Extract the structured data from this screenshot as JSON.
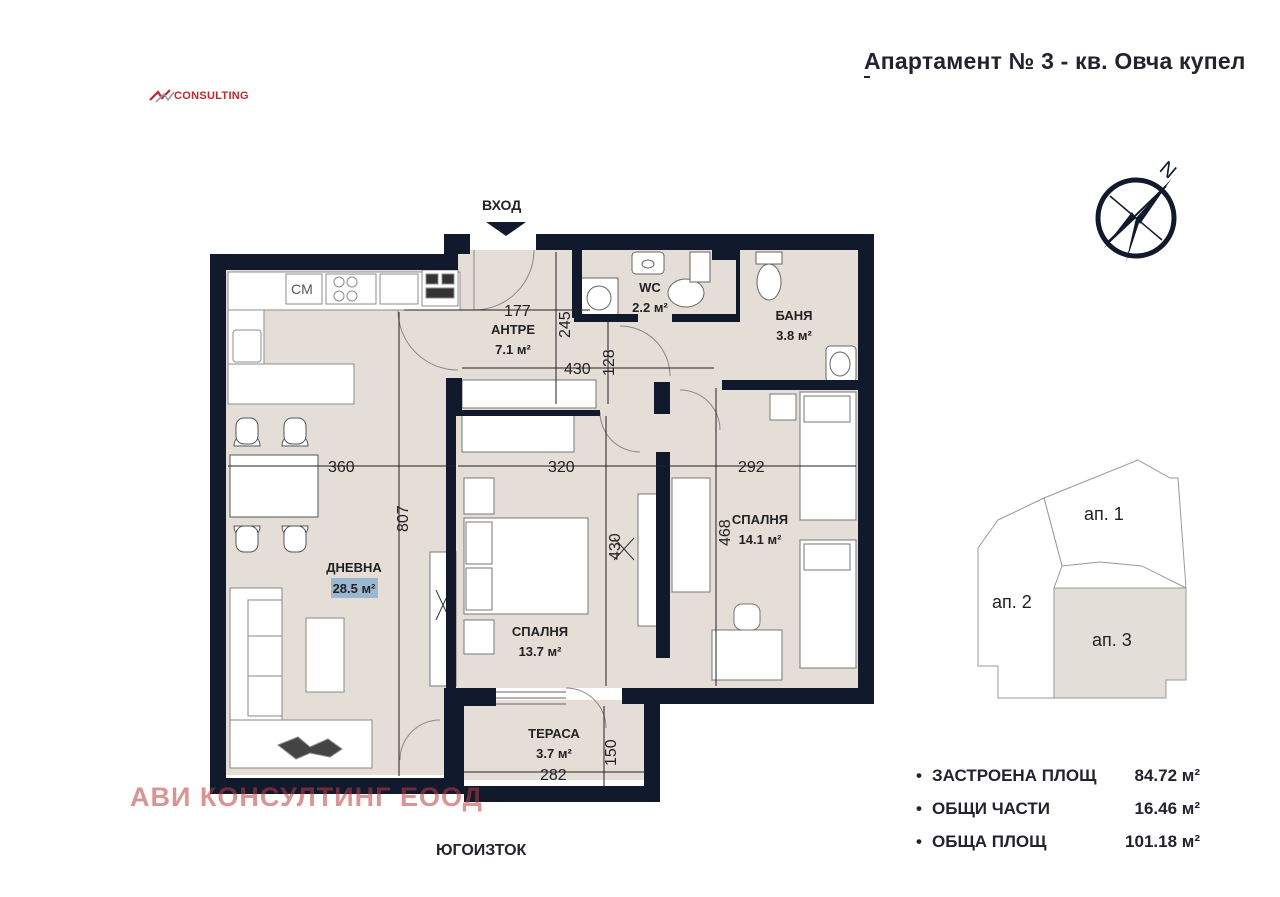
{
  "header": {
    "title": "Апартамент № 3 - кв. Овча купел",
    "logo_text": "CONSULTING"
  },
  "compass": {
    "label": "N"
  },
  "plan": {
    "entrance_label": "ВХОД",
    "rooms": {
      "antre": {
        "name": "АНТРЕ",
        "area": "7.1 м²"
      },
      "wc": {
        "name": "WC",
        "area": "2.2 м²"
      },
      "banya": {
        "name": "БАНЯ",
        "area": "3.8 м²"
      },
      "dnevna": {
        "name": "ДНЕВНА",
        "area": "28.5 м²"
      },
      "spalnya1": {
        "name": "СПАЛНЯ",
        "area": "13.7 м²"
      },
      "spalnya2": {
        "name": "СПАЛНЯ",
        "area": "14.1 м²"
      },
      "terasa": {
        "name": "ТЕРАСА",
        "area": "3.7 м²"
      }
    },
    "dimensions": {
      "d177": "177",
      "d245": "245",
      "d430a": "430",
      "d128": "128",
      "d360": "360",
      "d320": "320",
      "d292": "292",
      "d807": "807",
      "d430b": "430",
      "d468": "468",
      "d282": "282",
      "d150": "150"
    },
    "appliances": {
      "cm": "CM"
    }
  },
  "key_plan": {
    "units": [
      "ап. 1",
      "ап. 2",
      "ап. 3"
    ],
    "highlight_color": "#e3ded7"
  },
  "stats": [
    {
      "bullet": "•",
      "label": "ЗАСТРОЕНА ПЛОЩ",
      "value": "84.72 м²"
    },
    {
      "bullet": "•",
      "label": "ОБЩИ ЧАСТИ",
      "value": "16.46 м²"
    },
    {
      "bullet": "•",
      "label": "ОБЩА ПЛОЩ",
      "value": "101.18 м²"
    }
  ],
  "watermark": "АВИ КОНСУЛТИНГ ЕООД",
  "orientation": "ЮГОИЗТОК",
  "colors": {
    "wall": "#111a2c",
    "floor": "#e4ded7",
    "living_highlight": "#9bb8d3",
    "brand_red": "#c8242a"
  }
}
